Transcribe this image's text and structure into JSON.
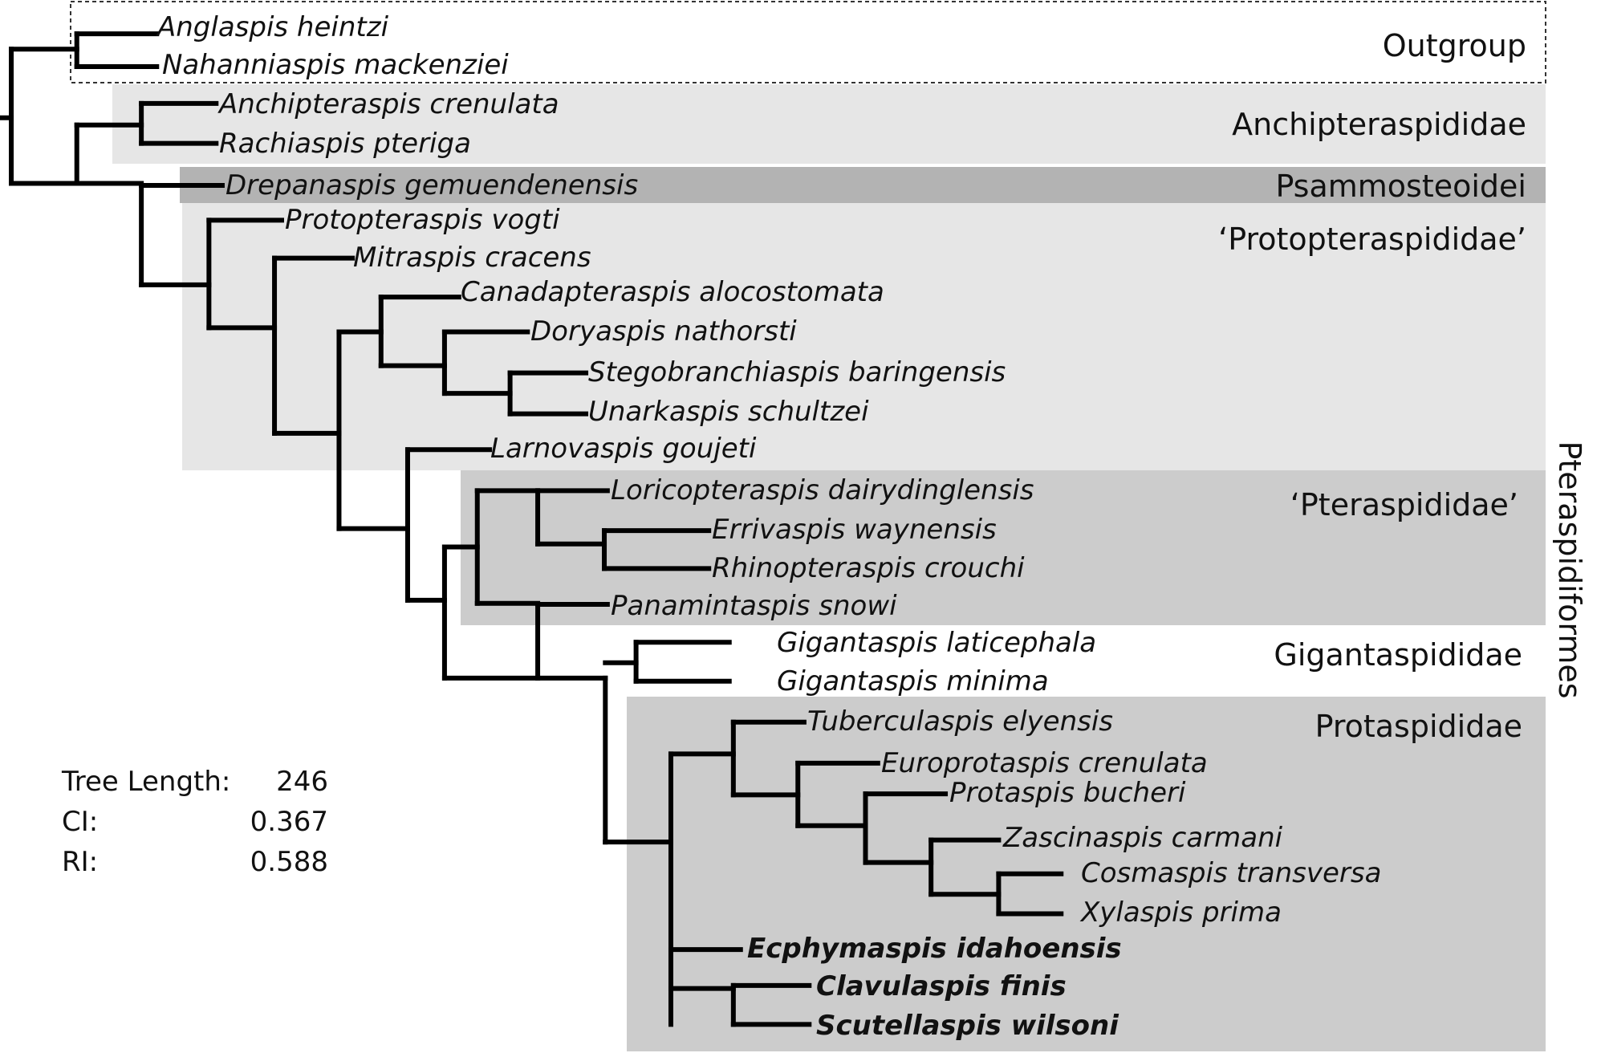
{
  "taxa": [
    "Anglaspis heintzi",
    "Nahanniaspis mackenziei",
    "Anchipteraspis crenulata",
    "Rachiaspis pteriga",
    "Drepanaspis gemuendenensis",
    "Protopteraspis vogti",
    "Mitraspis cracens",
    "Canadapteraspis alocostomata",
    "Doryaspis nathorsti",
    "Stegobranchiaspis baringensis",
    "Unarkaspis schultzei",
    "Larnovaspis goujeti",
    "Loricopteraspis dairydinglensis",
    "Errivaspis waynensis",
    "Rhinopteraspis crouchi",
    "Panamintaspis snowi",
    "Gigantaspis laticephala",
    "Gigantaspis minima",
    "Tuberculaspis elyensis",
    "Europrotaspis crenulata",
    "Protaspis bucheri",
    "Zascinaspis carmani",
    "Cosmaspis transversa",
    "Xylaspis prima",
    "Ecphymaspis idahoensis",
    "Clavulaspis finis",
    "Scutellaspis wilsoni"
  ],
  "groups": {
    "outgroup": "Outgroup",
    "anchipteraspididae": "Anchipteraspididae",
    "psammosteoidei": "Psammosteoidei",
    "protopteraspididae": "‘Protopteraspididae’",
    "pteraspididae": "‘Pteraspididae’",
    "gigantaspididae": "Gigantaspididae",
    "protaspididae": "Protaspididae",
    "pteraspidiformes": "Pteraspidiformes"
  },
  "stats": {
    "tree_length_label": "Tree Length:",
    "tree_length_value": "246",
    "ci_label": "CI:",
    "ci_value": "0.367",
    "ri_label": "RI:",
    "ri_value": "0.588"
  },
  "colors": {
    "light_box": "#e6e6e6",
    "mid_box": "#cccccc",
    "dark_box": "#b3b3b3",
    "outgroup_border": "#333333"
  }
}
